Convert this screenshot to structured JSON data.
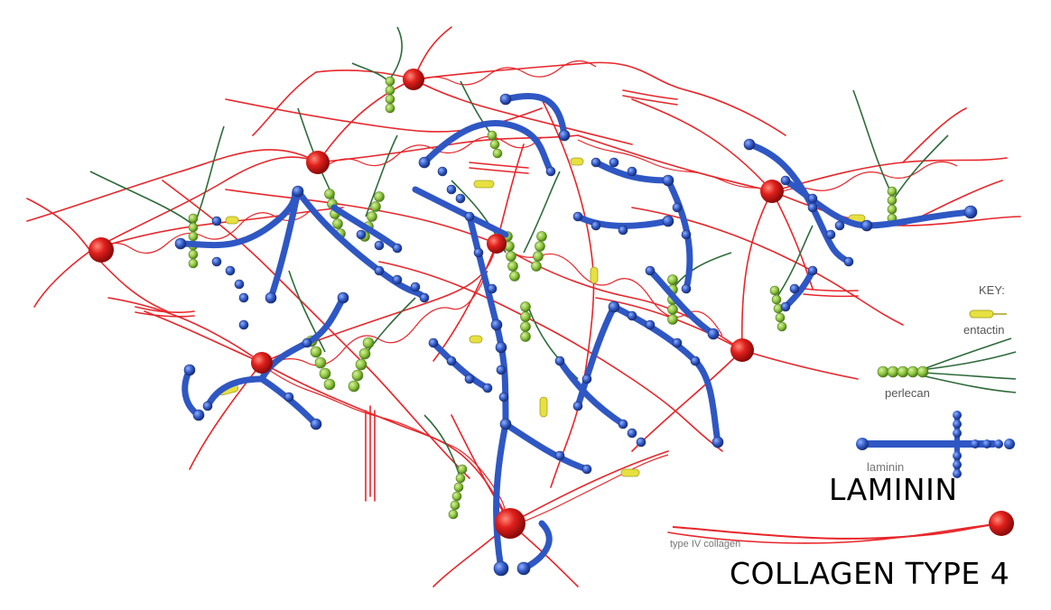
{
  "key": {
    "title": "KEY:",
    "entactin": "entactin",
    "perlecan": "perlecan",
    "laminin": "laminin",
    "collagen": "type IV collagen"
  },
  "labels": {
    "laminin": "LAMININ",
    "collagen": "COLLAGEN TYPE 4"
  },
  "colors": {
    "collagen": "#e8262a",
    "collagen_node": "#d01818",
    "laminin": "#2f57c4",
    "perlecan": "#8cc43c",
    "perlecan_tail": "#2e6b3a",
    "entactin": "#e6e040"
  }
}
